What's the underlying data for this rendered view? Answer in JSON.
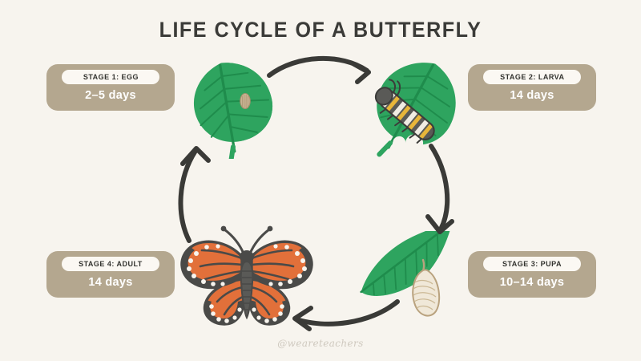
{
  "page": {
    "title": "LIFE CYCLE OF A BUTTERFLY",
    "watermark": "@weareteachers",
    "background_color": "#f7f4ee"
  },
  "colors": {
    "background": "#f7f4ee",
    "card": "#b4a78f",
    "pill": "#fbf8f3",
    "title_text": "#3b3b38",
    "duration_text": "#ffffff",
    "leaf_green": "#2ea45f",
    "leaf_vein": "#1f8c4c",
    "arrow": "#3a3a37",
    "butterfly_orange": "#e2703a",
    "butterfly_dark": "#4a4a48",
    "egg_tan": "#c6b291",
    "pupa_cream": "#efe6d6",
    "watermark_text": "#cfc9bf"
  },
  "stages": [
    {
      "id": "egg",
      "label": "STAGE 1: EGG",
      "duration": "2–5 days",
      "illustration": "leaf-with-egg-icon"
    },
    {
      "id": "larva",
      "label": "STAGE 2: LARVA",
      "duration": "14 days",
      "illustration": "leaf-with-caterpillar-icon"
    },
    {
      "id": "pupa",
      "label": "STAGE 3: PUPA",
      "duration": "10–14 days",
      "illustration": "leaf-with-chrysalis-icon"
    },
    {
      "id": "adult",
      "label": "STAGE 4: ADULT",
      "duration": "14 days",
      "illustration": "monarch-butterfly-icon"
    }
  ],
  "arrows": [
    {
      "id": "top",
      "direction": "right",
      "from": "egg",
      "to": "larva"
    },
    {
      "id": "right",
      "direction": "down",
      "from": "larva",
      "to": "pupa"
    },
    {
      "id": "bottom",
      "direction": "left",
      "from": "pupa",
      "to": "adult"
    },
    {
      "id": "left",
      "direction": "up",
      "from": "adult",
      "to": "egg"
    }
  ]
}
